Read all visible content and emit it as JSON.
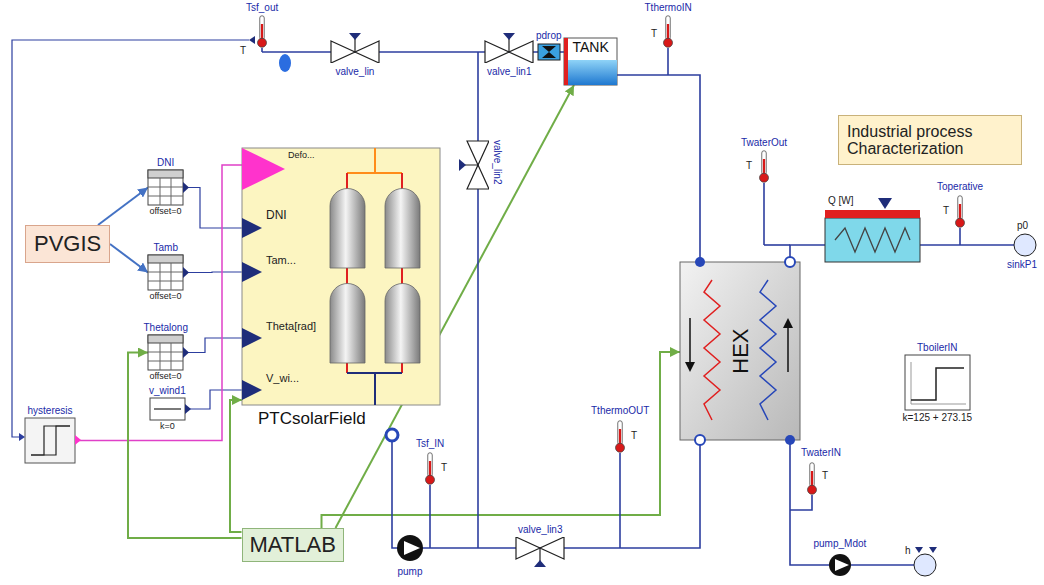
{
  "diagram": {
    "nodes": [
      {
        "text": [
          "PVGIS"
        ]
      },
      {
        "text": [
          "DNI",
          "offset=0"
        ]
      },
      {
        "text": [
          "Tamb",
          "offset=0"
        ]
      },
      {
        "text": [
          "Thetalong",
          "offset=0"
        ]
      },
      {
        "text": [
          "v_wind1",
          "k=0"
        ]
      },
      {
        "text": [
          "Defo...",
          "DNI",
          "Tam...",
          "Theta[rad]",
          "V_wi...",
          "PTCsolarField"
        ]
      },
      {
        "text": [
          "hysteresis"
        ]
      },
      {
        "text": [
          "MATLAB"
        ]
      },
      {
        "text": [
          "TANK"
        ]
      },
      {
        "text": [
          "HEX"
        ]
      },
      {
        "text": [
          "Industrial process Characterization"
        ]
      },
      {
        "text": [
          "Q [W]"
        ]
      },
      {
        "text": [
          "TboilerIN",
          "k=125 + 273.15"
        ]
      }
    ],
    "edges": [
      {
        "from": 0,
        "to": 1,
        "arrow": "to"
      },
      {
        "from": 0,
        "to": 2,
        "arrow": "to"
      },
      {
        "from": 1,
        "to": 5,
        "arrow": "none"
      },
      {
        "from": 2,
        "to": 5,
        "arrow": "none"
      },
      {
        "from": 3,
        "to": 5,
        "arrow": "none"
      },
      {
        "from": 4,
        "to": 5,
        "arrow": "none"
      },
      {
        "from": 6,
        "to": 5,
        "arrow": "none"
      },
      {
        "from": 7,
        "to": 3,
        "arrow": "to"
      },
      {
        "from": 7,
        "to": 5,
        "arrow": "to"
      },
      {
        "from": 7,
        "to": 8,
        "arrow": "to"
      },
      {
        "from": 7,
        "to": 9,
        "arrow": "to"
      },
      {
        "from": 8,
        "to": 9,
        "arrow": "none"
      },
      {
        "from": 9,
        "to": 11,
        "arrow": "none"
      }
    ],
    "labels": [
      "Tsf_out",
      "T",
      "valve_lin",
      "valve_lin1",
      "pdrop",
      "TthermoIN",
      "T",
      "valve_lin2",
      "TwaterOut",
      "T",
      "Toperative",
      "T",
      "p0",
      "sinkP1",
      "Tsf_IN",
      "T",
      "TthermoOUT",
      "T",
      "TwaterIN",
      "T",
      "pump",
      "valve_lin3",
      "pump_Mdot",
      "h"
    ]
  }
}
